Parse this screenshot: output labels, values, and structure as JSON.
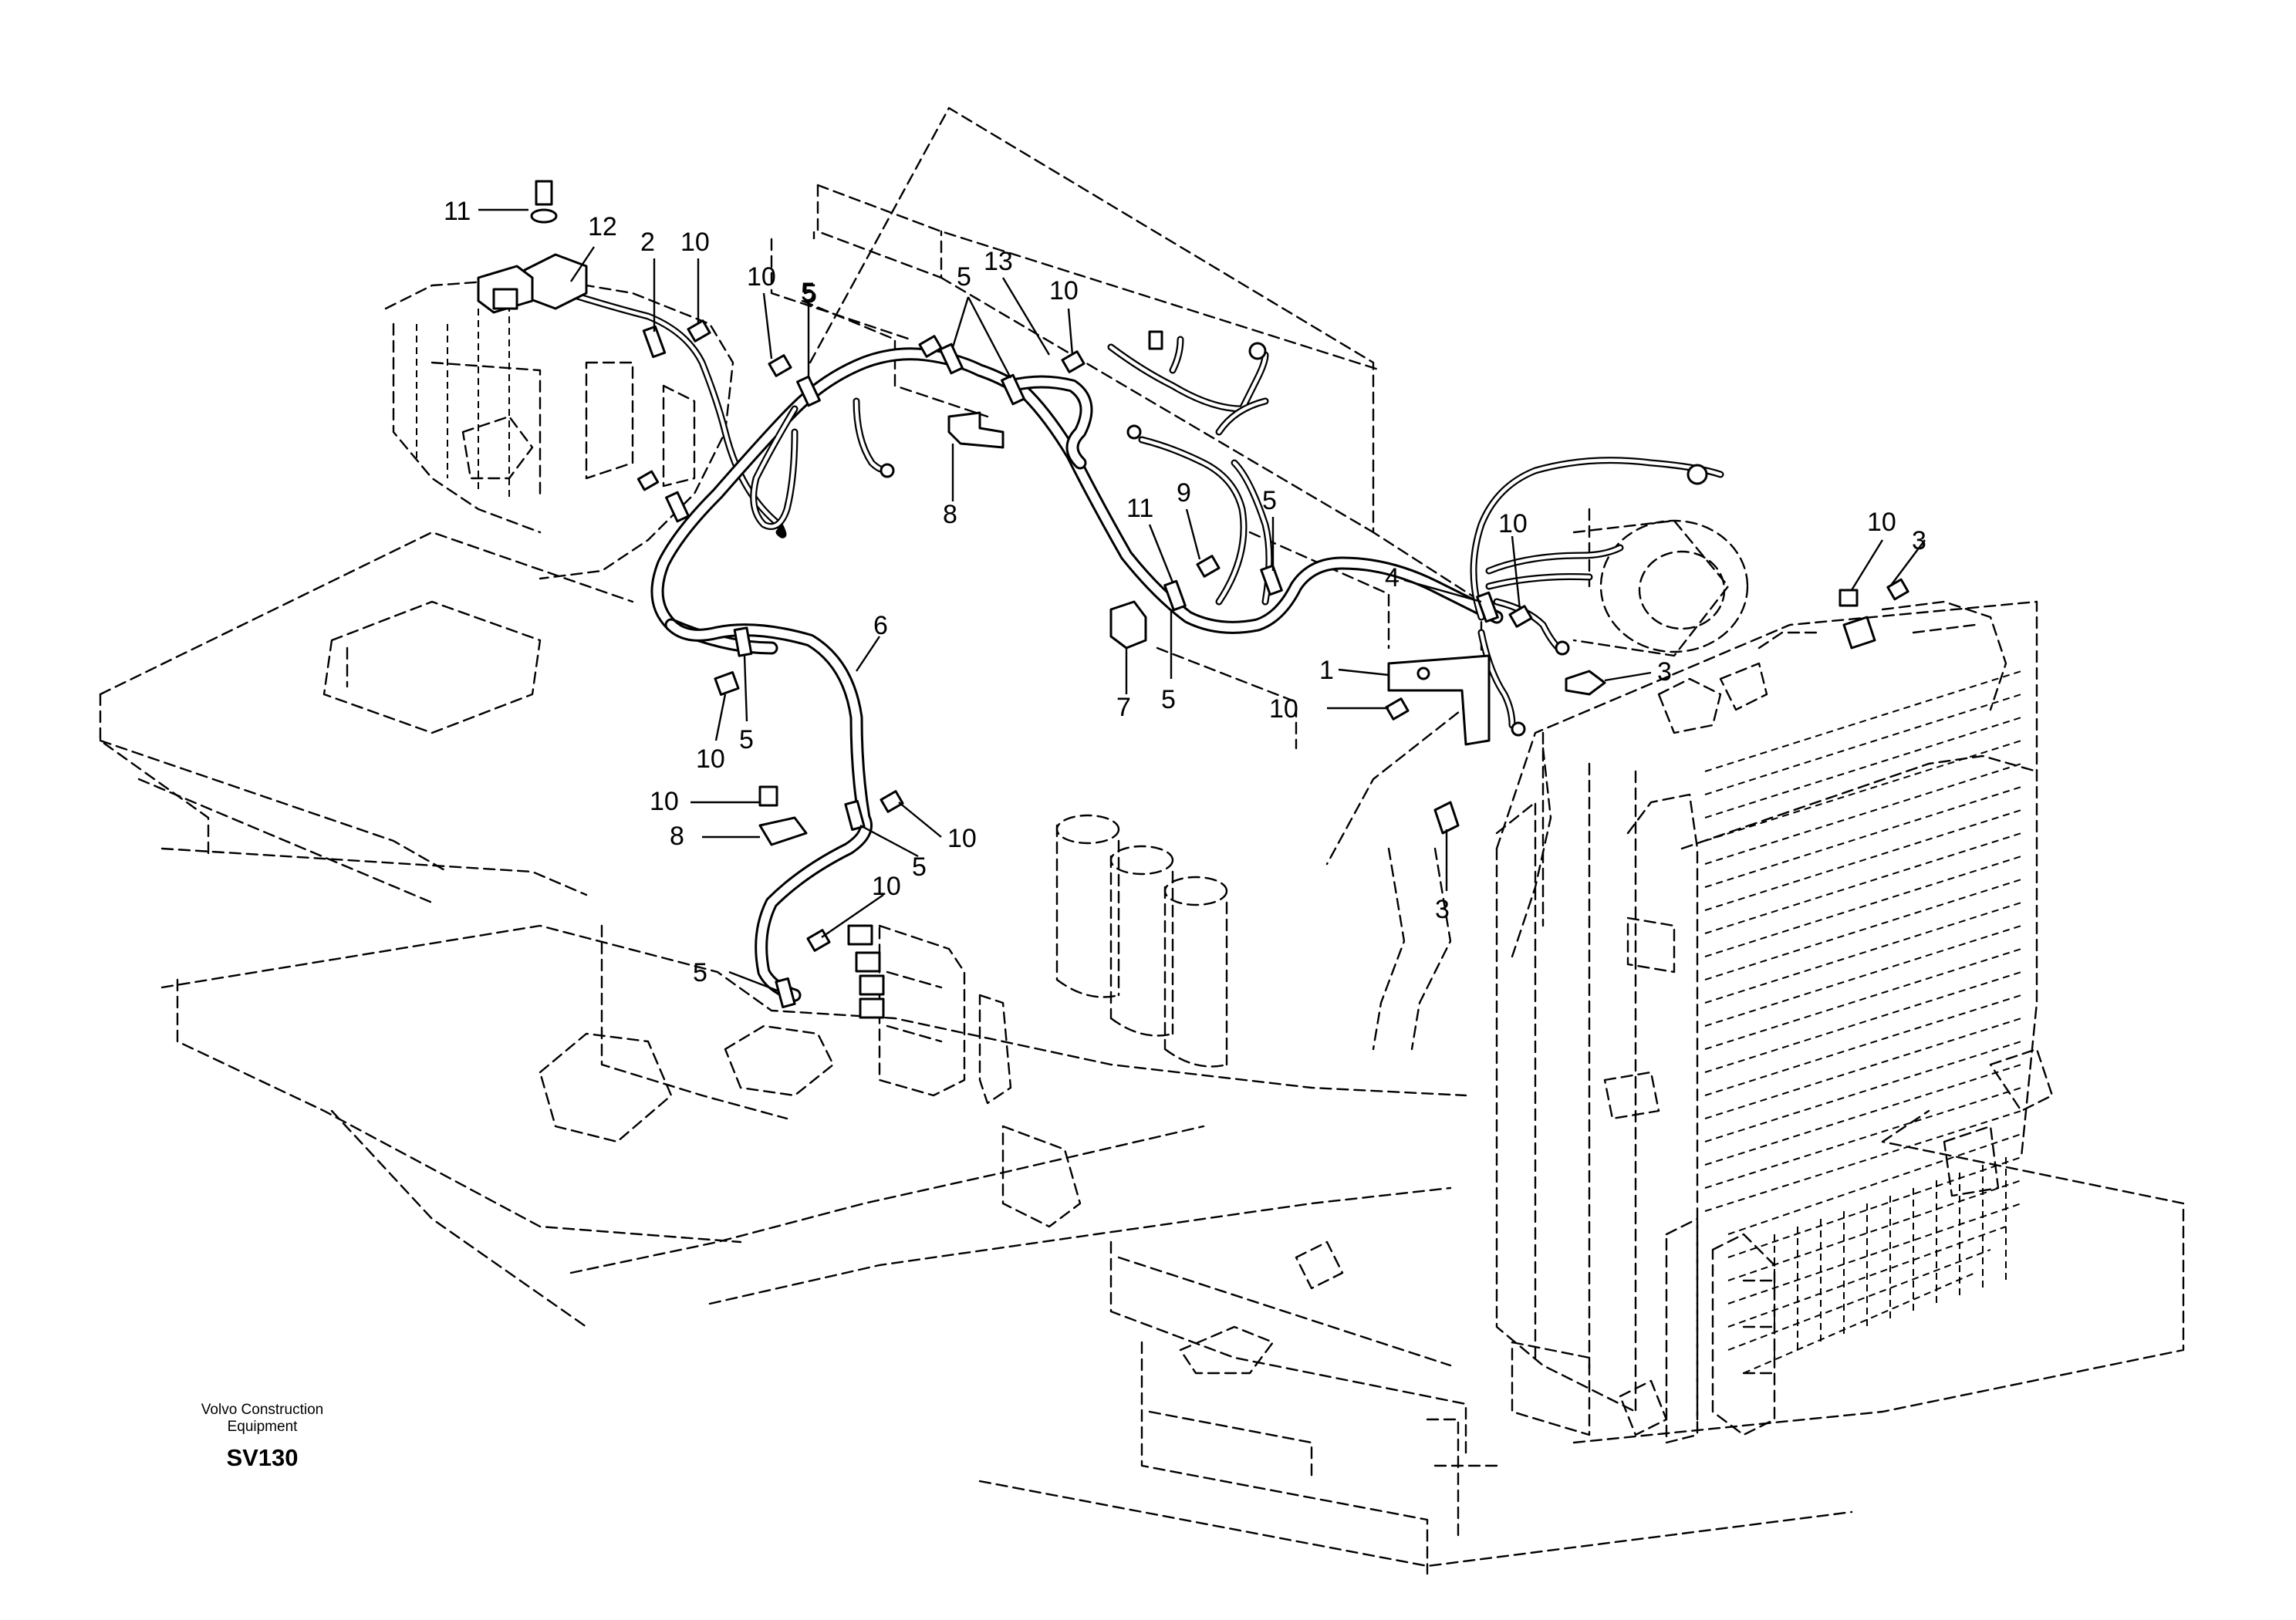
{
  "brand": {
    "line1": "Volvo Construction",
    "line2": "Equipment"
  },
  "drawing_code": "SV130",
  "callouts": [
    "11",
    "12",
    "2",
    "10",
    "10",
    "5",
    "5",
    "13",
    "10",
    "8",
    "5",
    "5",
    "11",
    "9",
    "5",
    "7",
    "5",
    "4",
    "10",
    "10",
    "3",
    "1",
    "10",
    "3",
    "6",
    "10",
    "5",
    "10",
    "10",
    "8",
    "5",
    "10",
    "5",
    "3"
  ]
}
